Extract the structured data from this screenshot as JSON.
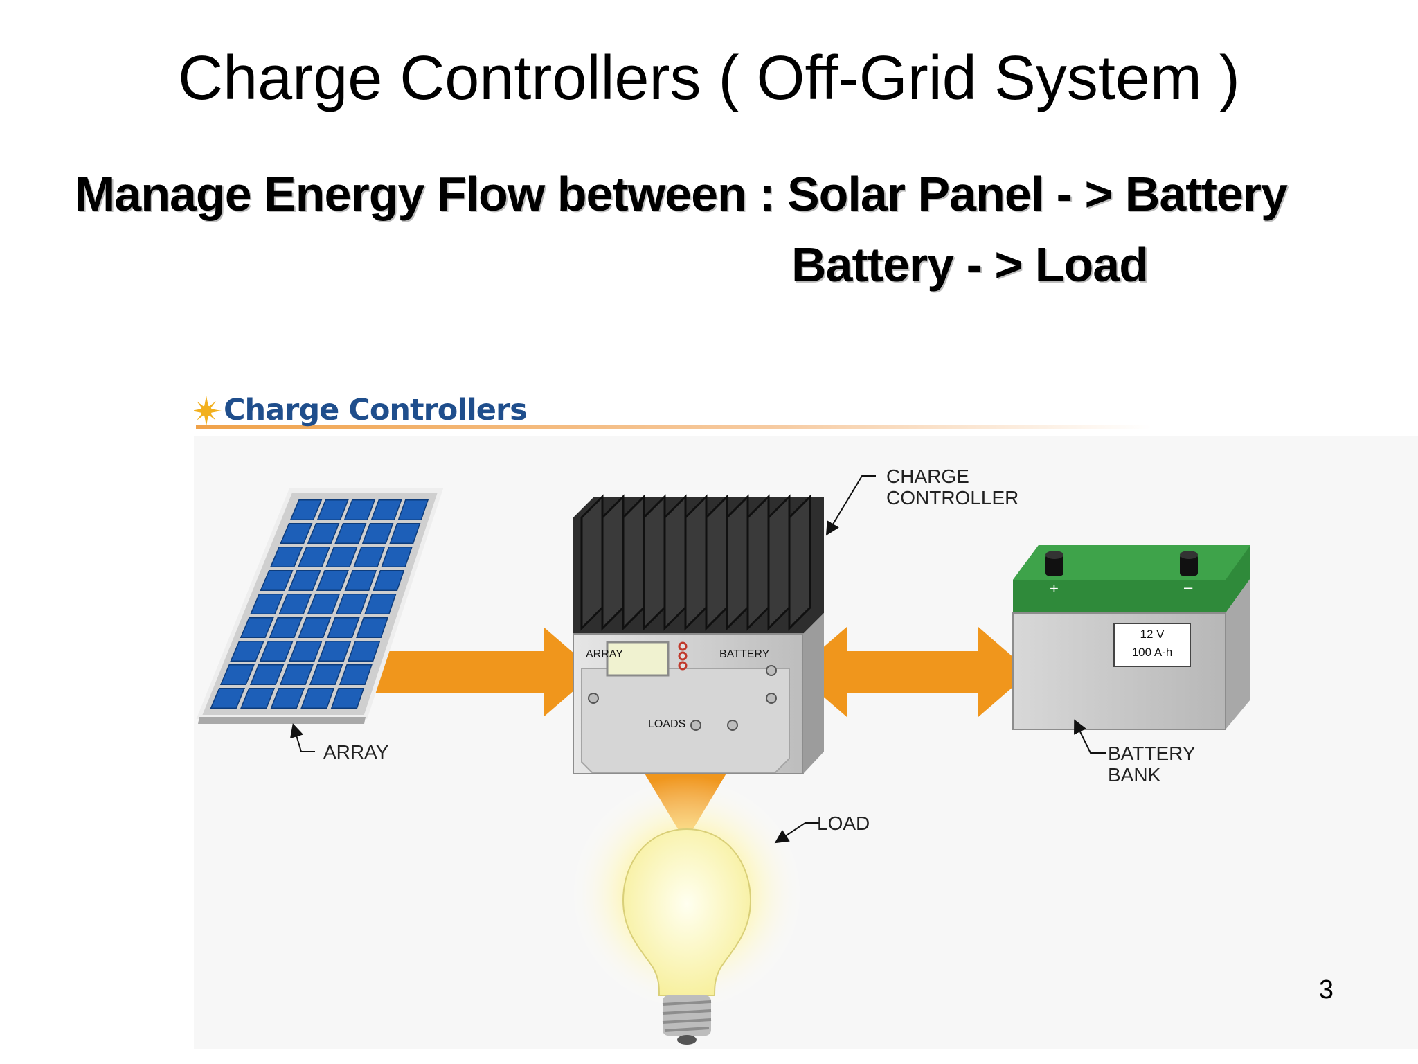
{
  "slide": {
    "title": "Charge Controllers ( Off-Grid System )",
    "subtitle_line1": "Manage Energy Flow between : Solar Panel - > Battery",
    "subtitle_line2": "Battery - > Load",
    "page_number": "3"
  },
  "diagram": {
    "header": "Charge Controllers",
    "callouts": {
      "charge_controller_1": "CHARGE",
      "charge_controller_2": "CONTROLLER",
      "array": "ARRAY",
      "battery_bank_1": "BATTERY",
      "battery_bank_2": "BANK",
      "load": "LOAD"
    },
    "controller_terminals": {
      "array": "ARRAY",
      "battery": "BATTERY",
      "loads": "LOADS"
    },
    "battery": {
      "voltage": "12 V",
      "capacity": "100 A-h"
    }
  },
  "colors": {
    "arrow": "#f0961c",
    "header_text": "#1f4e8c",
    "panel_cell": "#1d5fb8",
    "battery_top": "#2f8a3a"
  }
}
